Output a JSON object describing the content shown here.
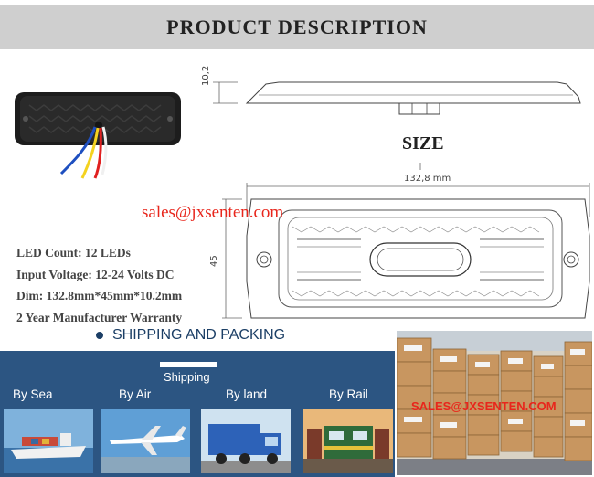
{
  "header": {
    "title": "PRODUCT DESCRIPTION"
  },
  "drawing": {
    "height_dim": "10,2",
    "size_label": "SIZE",
    "length_dim": "132,8 mm",
    "width_dim": "45"
  },
  "watermark": {
    "email": "sales@jxsenten.com"
  },
  "specs": [
    "LED Count: 12 LEDs",
    "Input Voltage: 12-24 Volts DC",
    "Dim: 132.8mm*45mm*10.2mm",
    "2 Year Manufacturer Warranty"
  ],
  "shipping": {
    "heading": "SHIPPING AND PACKING",
    "banner_label": "Shipping",
    "methods": [
      {
        "label": "By Sea",
        "icon": "ship-icon"
      },
      {
        "label": "By Air",
        "icon": "airplane-icon"
      },
      {
        "label": "By land",
        "icon": "truck-icon"
      },
      {
        "label": "By Rail",
        "icon": "train-icon"
      }
    ]
  },
  "warehouse": {
    "email": "SALES@JXSENTEN.COM"
  },
  "colors": {
    "accent_red": "#e8261c",
    "navy": "#2c5582",
    "header_grey": "#cfcfcf"
  }
}
